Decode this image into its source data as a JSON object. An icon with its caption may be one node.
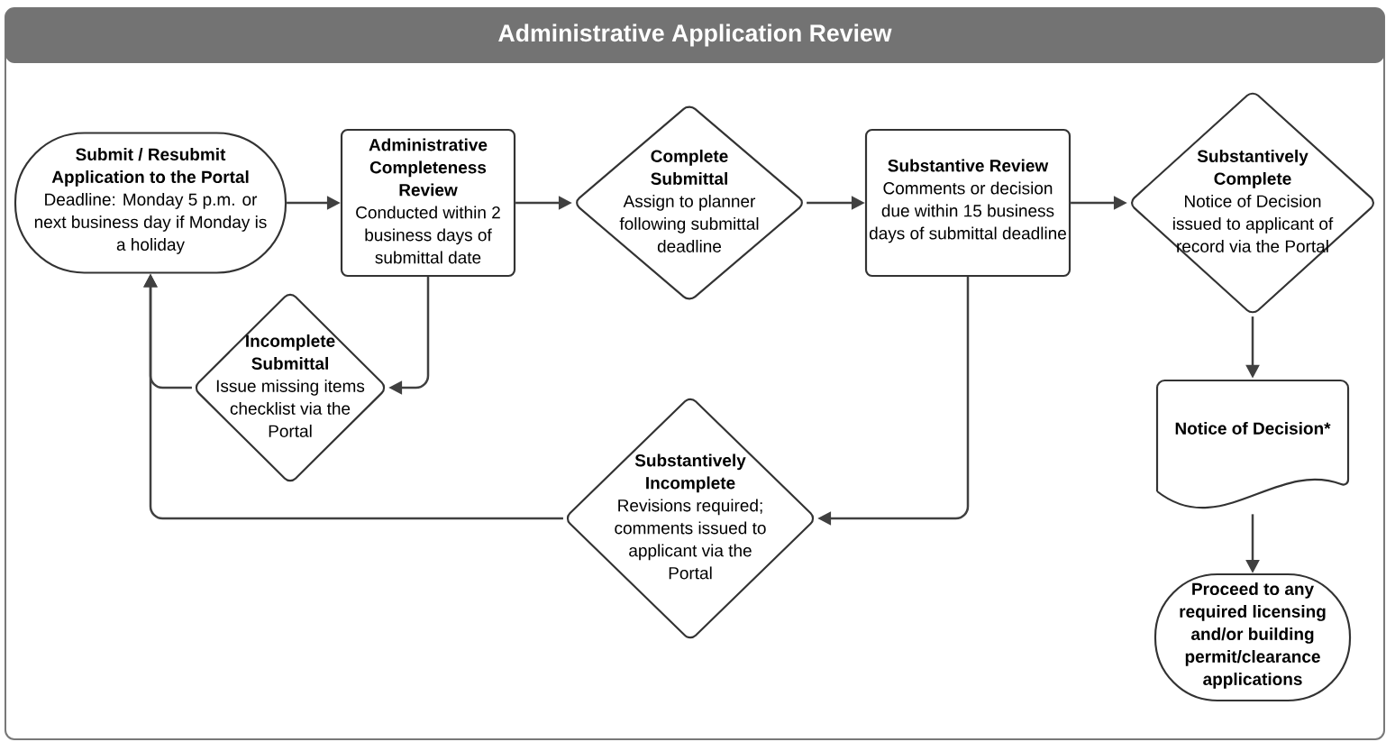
{
  "diagram": {
    "title": "Administrative Application Review",
    "nodes": [
      {
        "text": [
          "Submit / Resubmit Application to the Portal",
          "Deadline:  Monday 5 p.m. or next business day if Monday is a holiday"
        ]
      },
      {
        "text": [
          "Administrative Completeness Review",
          "Conducted within 2 business days of submittal date"
        ]
      },
      {
        "text": [
          "Complete Submittal",
          "Assign to planner following submittal deadline"
        ]
      },
      {
        "text": [
          "Substantive Review",
          "Comments or decision due within 15 business days of submittal deadline"
        ]
      },
      {
        "text": [
          "Substantively Complete",
          "Notice of Decision issued to applicant of record via the Portal"
        ]
      },
      {
        "text": [
          "Incomplete Submittal",
          "Issue missing items checklist via the Portal"
        ]
      },
      {
        "text": [
          "Substantively Incomplete",
          "Revisions required; comments issued to applicant via the Portal"
        ]
      },
      {
        "text": [
          "Notice of Decision*"
        ]
      },
      {
        "text": [
          "Proceed to any required licensing and/or building permit/clearance applications"
        ]
      }
    ],
    "edges": [
      {
        "from": 0,
        "to": 1,
        "arrow": "to"
      },
      {
        "from": 1,
        "to": 2,
        "arrow": "to"
      },
      {
        "from": 2,
        "to": 3,
        "arrow": "to"
      },
      {
        "from": 3,
        "to": 4,
        "arrow": "to"
      },
      {
        "from": 1,
        "to": 5,
        "arrow": "to"
      },
      {
        "from": 5,
        "to": 0,
        "arrow": "to"
      },
      {
        "from": 3,
        "to": 6,
        "arrow": "to"
      },
      {
        "from": 6,
        "to": 0,
        "arrow": "to"
      },
      {
        "from": 4,
        "to": 7,
        "arrow": "to"
      },
      {
        "from": 7,
        "to": 8,
        "arrow": "to"
      }
    ]
  }
}
